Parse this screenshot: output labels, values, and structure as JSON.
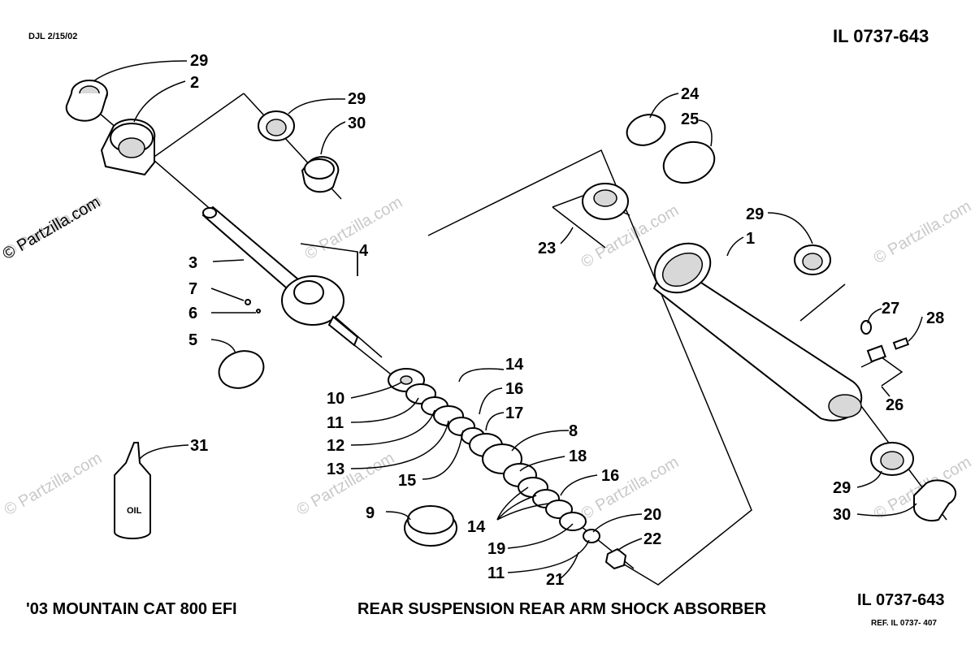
{
  "header": {
    "drawer_date": "DJL 2/15/02",
    "illustration_number": "IL 0737-643"
  },
  "footer": {
    "model": "'03 MOUNTAIN CAT  800 EFI",
    "title": "REAR SUSPENSION REAR ARM SHOCK ABSORBER",
    "illustration_number": "IL 0737-643",
    "reference": "REF. IL 0737-  407"
  },
  "oil_bottle_label": "OIL",
  "watermark": "© Partzilla.com",
  "callouts": [
    "29",
    "2",
    "29",
    "30",
    "24",
    "25",
    "29",
    "1",
    "23",
    "3",
    "4",
    "7",
    "6",
    "5",
    "27",
    "28",
    "26",
    "14",
    "16",
    "17",
    "10",
    "11",
    "12",
    "13",
    "8",
    "18",
    "31",
    "15",
    "16",
    "9",
    "20",
    "14",
    "22",
    "19",
    "11",
    "21",
    "29",
    "30"
  ]
}
